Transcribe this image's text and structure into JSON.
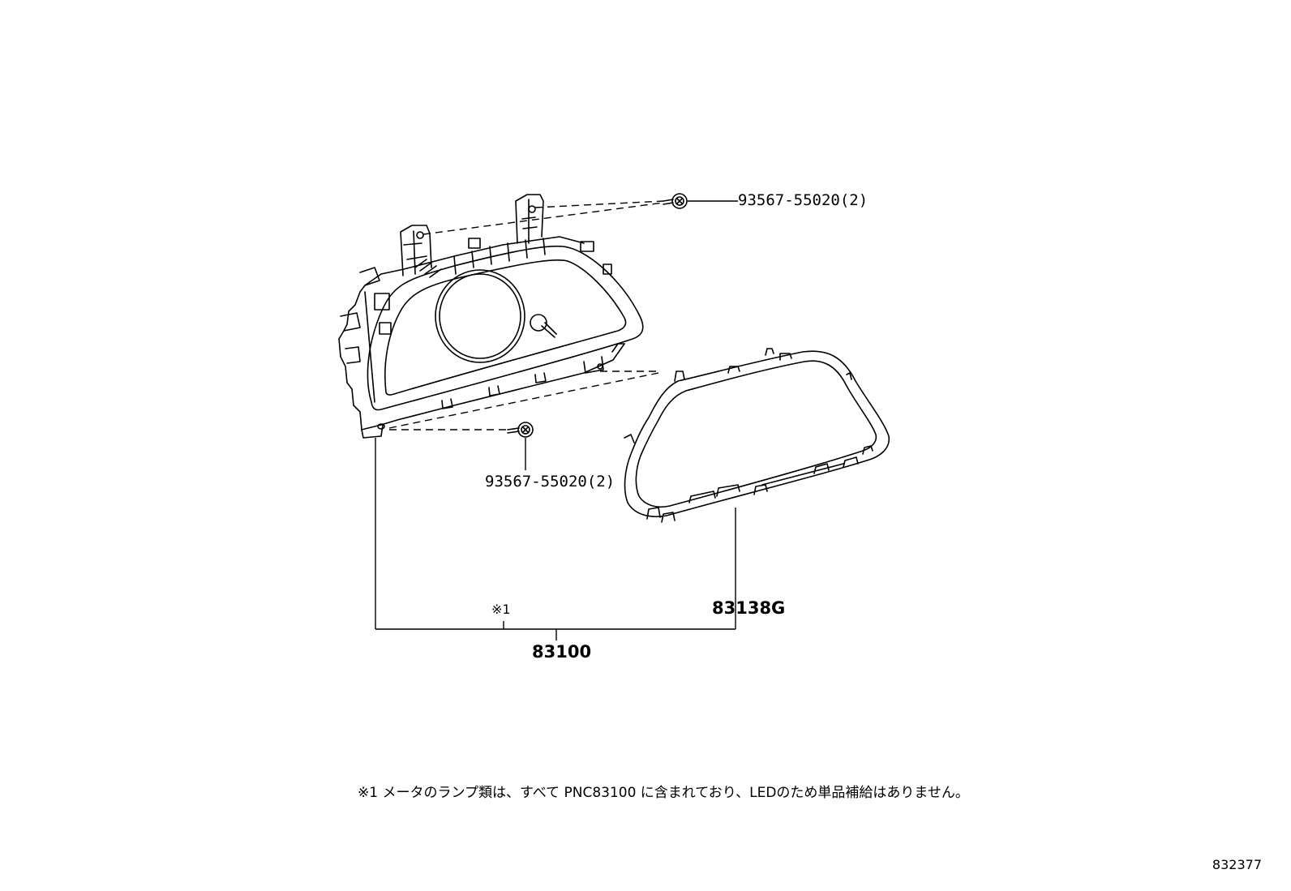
{
  "parts": {
    "bolt_upper": {
      "part_no": "93567-55020(2)"
    },
    "bolt_lower": {
      "part_no": "93567-55020(2)"
    },
    "glass_cover": {
      "part_no": "83138G"
    },
    "meter_assembly": {
      "part_no": "83100"
    },
    "note_ref": {
      "mark": "※1"
    }
  },
  "footnote": {
    "text": "※1 メータのランプ類は、すべて PNC83100 に含まれており、LEDのため単品補給はありません。"
  },
  "illustration_id": "832377"
}
